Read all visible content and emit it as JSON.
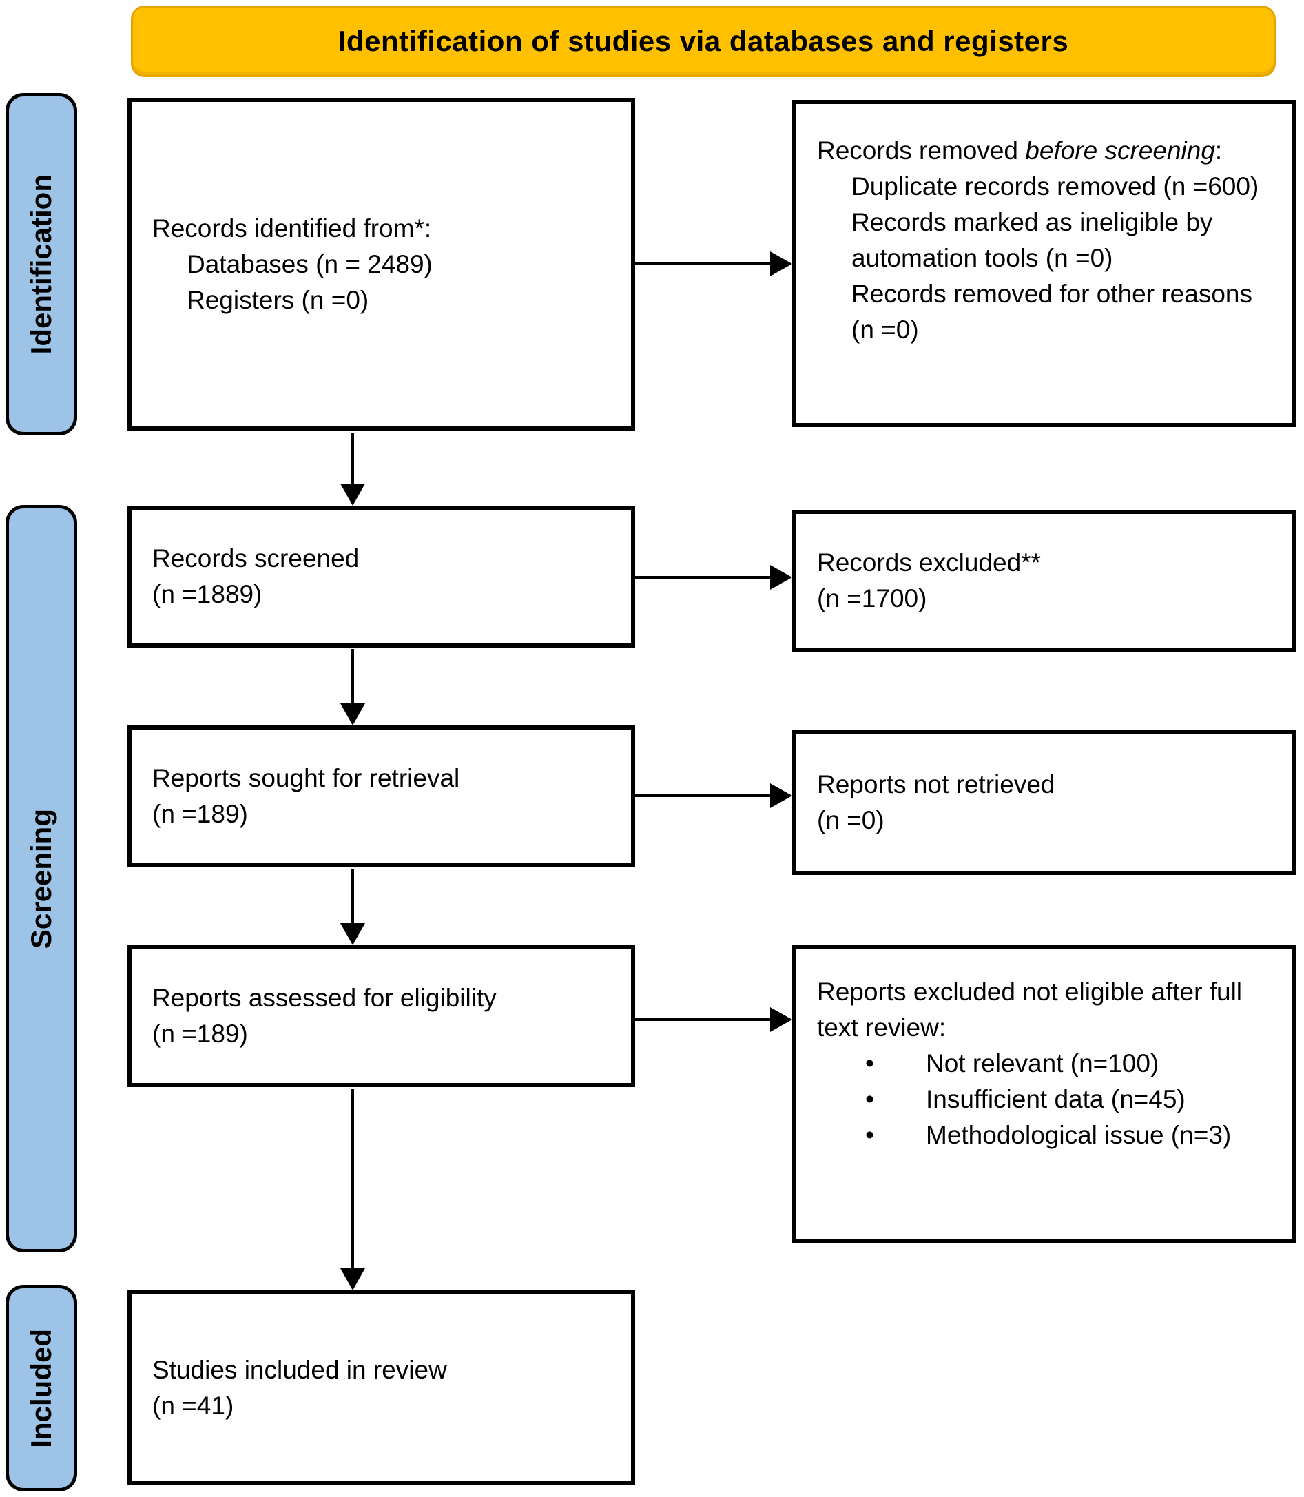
{
  "title": "Identification of studies via databases and registers",
  "sidebars": [
    {
      "label": "Identification"
    },
    {
      "label": "Screening"
    },
    {
      "label": "Included"
    }
  ],
  "flow": {
    "identified": {
      "heading": "Records identified from*:",
      "items": [
        "Databases (n = 2489)",
        "Registers (n =0)"
      ]
    },
    "screened": {
      "line1": "Records screened",
      "line2": "(n =1889)"
    },
    "sought": {
      "line1": "Reports sought for retrieval",
      "line2": "(n =189)"
    },
    "assessed": {
      "line1": "Reports assessed for eligibility",
      "line2": "(n =189)"
    },
    "included": {
      "line1": "Studies included in review",
      "line2": "(n =41)"
    }
  },
  "exclusions": {
    "removed": {
      "prefix": "Records removed ",
      "emphasis": "before screening",
      "suffix": ":",
      "items": [
        "Duplicate records removed (n =600)",
        "Records marked as ineligible by automation tools (n =0)",
        "Records removed for other reasons (n =0)"
      ]
    },
    "excluded": {
      "line1": "Records excluded**",
      "line2": "(n =1700)"
    },
    "not_retrieved": {
      "line1": "Reports not retrieved",
      "line2": "(n =0)"
    },
    "fulltext": {
      "heading": "Reports excluded not eligible after full text review:",
      "bullet_glyph": "•",
      "bullets": [
        "Not relevant (n=100)",
        "Insufficient data (n=45)",
        "Methodological issue (n=3)"
      ]
    }
  },
  "colors": {
    "banner_fill": "#FFC000",
    "banner_border": "#E3A400",
    "sidebar_fill": "#9DC3E6",
    "box_border": "#000000",
    "text": "#000000"
  }
}
